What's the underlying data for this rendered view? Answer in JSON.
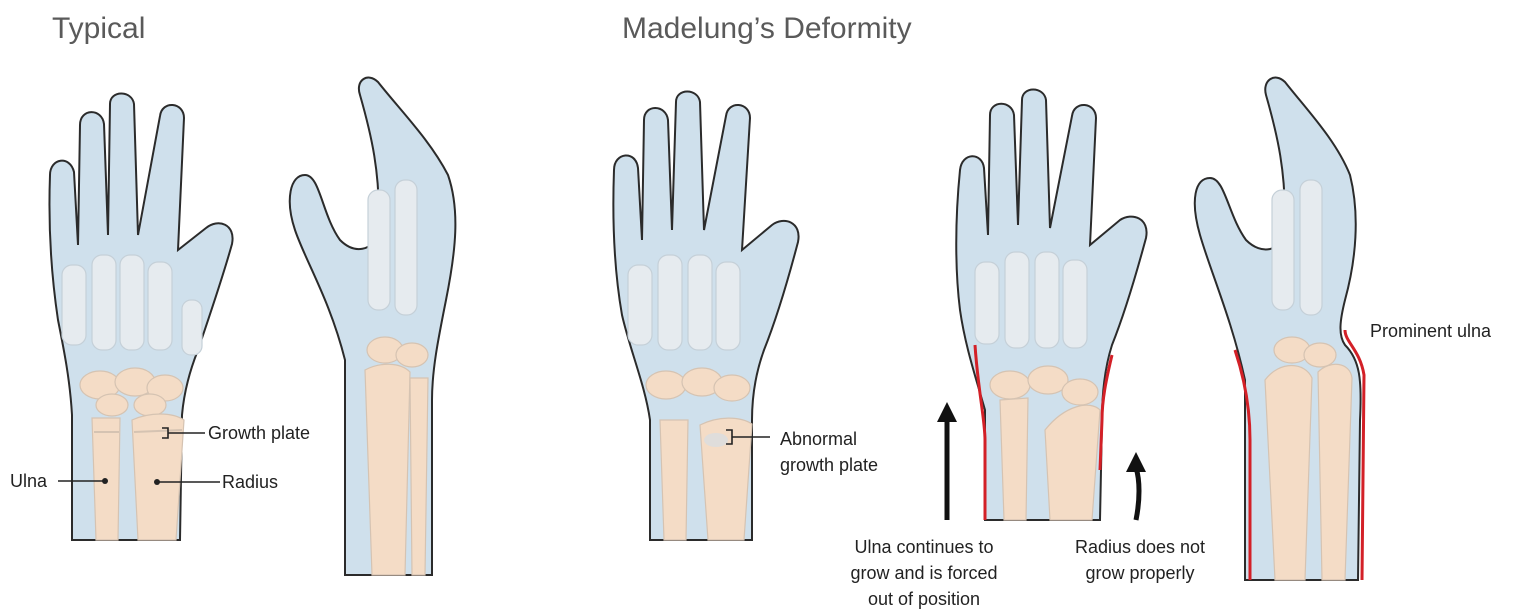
{
  "headings": {
    "typical": "Typical",
    "madelung": "Madelung’s Deformity"
  },
  "labels": {
    "growth_plate": "Growth plate",
    "ulna": "Ulna",
    "radius": "Radius",
    "abnormal_growth_plate_line1": "Abnormal",
    "abnormal_growth_plate_line2": "growth plate",
    "prominent_ulna": "Prominent ulna",
    "ulna_continues_line1": "Ulna continues to",
    "ulna_continues_line2": "grow and is forced",
    "ulna_continues_line3": "out of position",
    "radius_not_line1": "Radius does not",
    "radius_not_line2": "grow properly"
  },
  "colors": {
    "skin": "#cfe0ec",
    "bone": "#f4dcc6",
    "highlight": "#d32027",
    "heading_text": "#5a5a5a"
  }
}
